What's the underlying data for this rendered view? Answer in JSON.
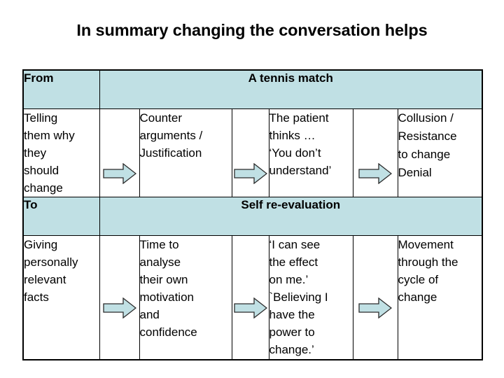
{
  "slide": {
    "title": "In summary changing the conversation helps",
    "accent_fill": "#c0e0e4",
    "border_color": "#000000",
    "background": "#ffffff"
  },
  "matrix": {
    "bands": [
      {
        "label": "From",
        "title": "A tennis match"
      },
      {
        "label": "To",
        "title": "Self re-evaluation"
      }
    ],
    "arrow_icon": "right-block-arrow",
    "rows": [
      {
        "id": "from-row",
        "cells": [
          {
            "lines": [
              "Telling",
              "them why",
              "they",
              "should",
              "change"
            ]
          },
          {
            "lines": [
              "Counter",
              "arguments /",
              "Justification"
            ]
          },
          {
            "lines": [
              "The patient",
              "thinks …",
              "‘You don’t",
              "understand’"
            ]
          },
          {
            "lines": [
              "Collusion /",
              "Resistance",
              "to change",
              "Denial"
            ]
          }
        ]
      },
      {
        "id": "to-row",
        "cells": [
          {
            "lines": [
              "Giving",
              "personally",
              "relevant",
              "facts"
            ]
          },
          {
            "lines": [
              "Time to",
              "analyse",
              "their own",
              "motivation",
              "and",
              "confidence"
            ]
          },
          {
            "lines": [
              "‘I can see",
              "the effect",
              "on me.’",
              "`Believing  I",
              "have the",
              "power to",
              "change.’"
            ]
          },
          {
            "lines": [
              "Movement",
              "through the",
              "cycle of",
              "change"
            ]
          }
        ]
      }
    ]
  }
}
